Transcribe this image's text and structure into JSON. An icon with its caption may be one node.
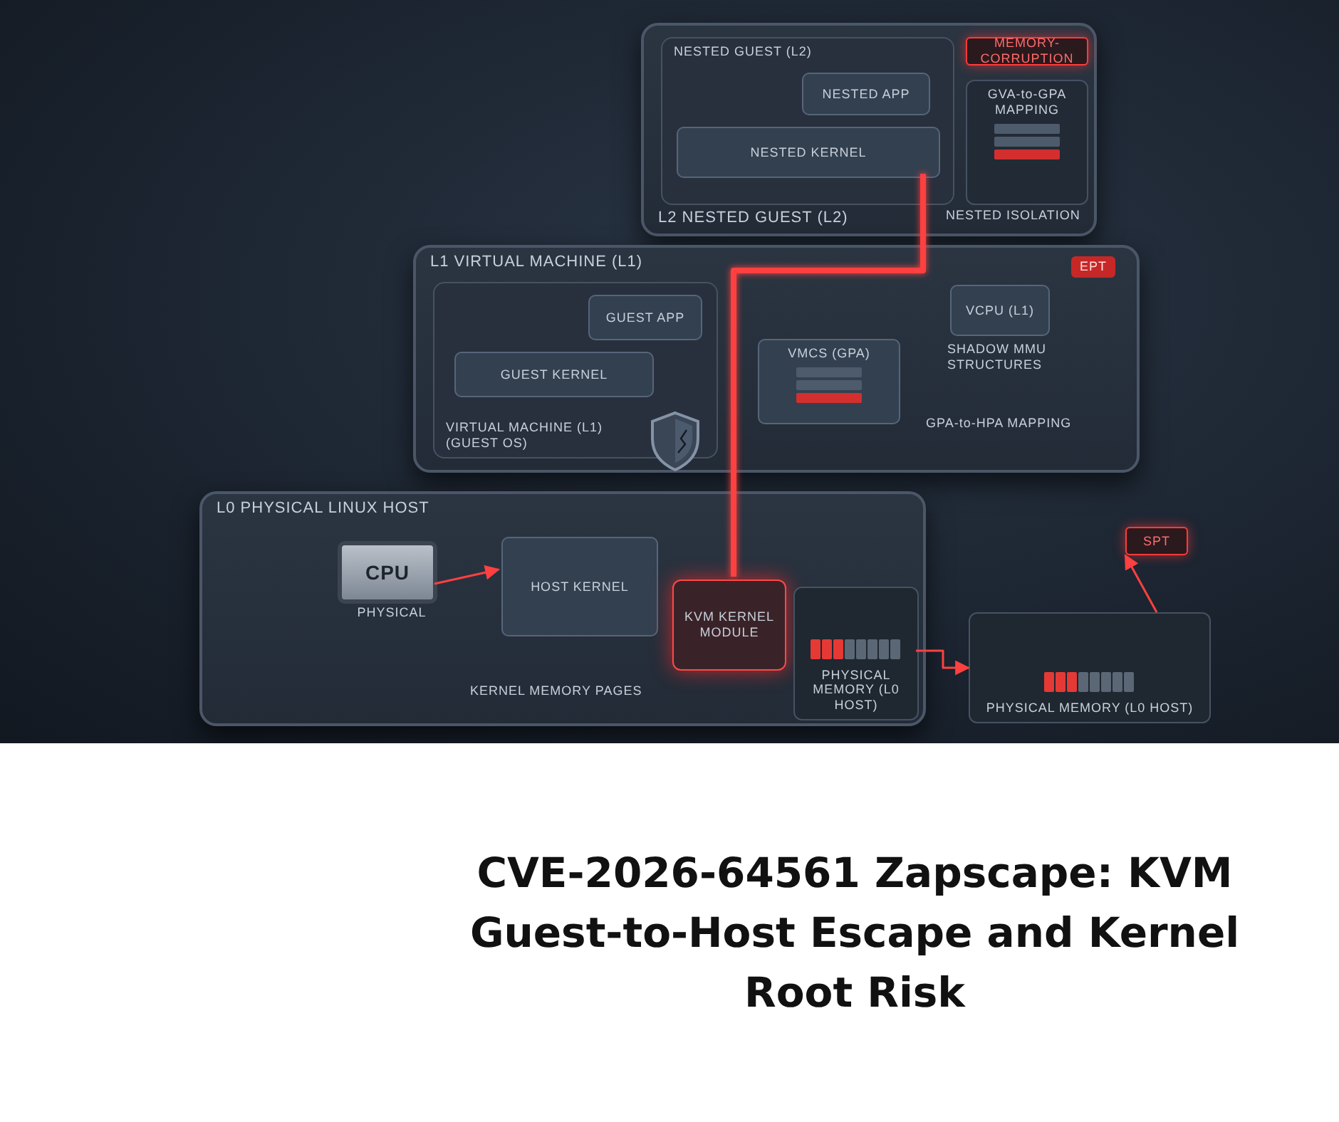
{
  "diagram": {
    "title": "CVE-2026-64561 Zapscape: KVM Guest-to-Host Escape and Kernel Root Risk",
    "nodes": [
      {
        "text": [
          "L2 NESTED GUEST (L2)"
        ]
      },
      {
        "text": [
          "NESTED GUEST (L2)"
        ],
        "in": 0
      },
      {
        "text": [
          "NESTED APP"
        ],
        "in": 1
      },
      {
        "text": [
          "NESTED KERNEL"
        ],
        "in": 1
      },
      {
        "text": [
          "MEMORY-CORRUPTION"
        ],
        "in": 0
      },
      {
        "text": [
          "GVA-to-GPA MAPPING"
        ],
        "in": 0
      },
      {
        "text": [
          "L1 VIRTUAL MACHINE (L1)"
        ]
      },
      {
        "text": [
          "VIRTUAL MACHINE (L1)",
          "(GUEST OS)"
        ],
        "in": 6
      },
      {
        "text": [
          "GUEST APP"
        ],
        "in": 7
      },
      {
        "text": [
          "GUEST KERNEL"
        ],
        "in": 7
      },
      {
        "text": [
          "VCPU (L1)"
        ],
        "in": 6
      },
      {
        "text": [
          "VMCS (GPA)"
        ],
        "in": 6
      },
      {
        "text": [
          "L0 PHYSICAL LINUX HOST"
        ]
      },
      {
        "text": [
          "CPU"
        ],
        "in": 12,
        "beside": [
          "PHYSICAL"
        ]
      },
      {
        "text": [
          "HOST KERNEL"
        ],
        "in": 12
      },
      {
        "text": [
          "KVM KERNEL MODULE"
        ],
        "in": 12
      },
      {
        "text": [
          "PHYSICAL MEMORY (L0 HOST)"
        ],
        "in": 12
      },
      {
        "text": [
          "PHYSICAL MEMORY (L0 HOST)"
        ]
      },
      {
        "text": [
          "SPT"
        ]
      }
    ],
    "edges": [
      {
        "from": 3,
        "to": 15,
        "arrow": "none",
        "style": "thick"
      },
      {
        "from": 16,
        "to": 17,
        "arrow": "to"
      },
      {
        "from": 13,
        "to": 14,
        "arrow": "to"
      },
      {
        "from": 17,
        "to": 18,
        "arrow": "to"
      }
    ],
    "labels": [
      "NESTED ISOLATION",
      "SHADOW MMU STRUCTURES",
      "EPT",
      "GPA-to-HPA MAPPING",
      "KERNEL MEMORY PAGES"
    ]
  }
}
